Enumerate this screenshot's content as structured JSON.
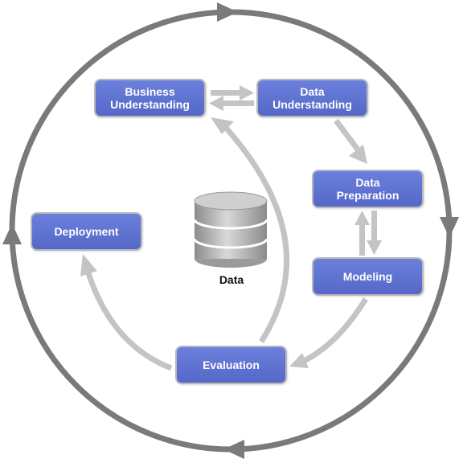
{
  "phases": {
    "business_understanding": [
      "Business",
      "Understanding"
    ],
    "data_understanding": [
      "Data",
      "Understanding"
    ],
    "data_preparation": [
      "Data",
      "Preparation"
    ],
    "modeling": "Modeling",
    "evaluation": "Evaluation",
    "deployment": "Deployment"
  },
  "center": {
    "label": "Data",
    "icon": "database-icon"
  },
  "colors": {
    "phase_fill": "#5f73d6",
    "phase_border": "#b9b9b9",
    "outer_cycle": "#7a7a7a",
    "inner_arrow": "#c4c4c4",
    "database": "#a9a9a9"
  }
}
